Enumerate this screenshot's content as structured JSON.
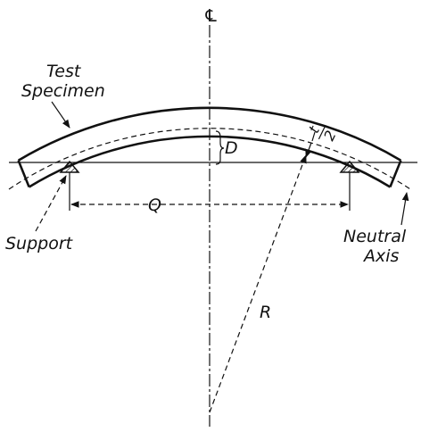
{
  "labels": {
    "centerline": "℄",
    "specimen_line1": "Test",
    "specimen_line2": "Specimen",
    "depth": "D",
    "half_thickness_numerator": "t",
    "half_thickness_denominator": "2",
    "span": "Q",
    "radius": "R",
    "support": "Support",
    "axis_line1": "Neutral",
    "axis_line2": "Axis"
  }
}
